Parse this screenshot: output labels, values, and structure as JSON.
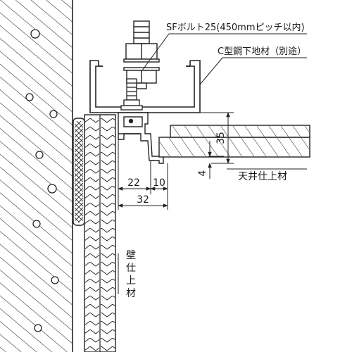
{
  "labels": {
    "bolt": "SFボルト25(450mmピッチ以内)",
    "channel": "C型鋼下地材（別途）",
    "ceiling": "天井仕上材",
    "wall": [
      "壁",
      "仕",
      "上",
      "材"
    ]
  },
  "dimensions": {
    "d22": "22",
    "d10": "10",
    "d32": "32",
    "d35": "35",
    "d4": "4"
  }
}
